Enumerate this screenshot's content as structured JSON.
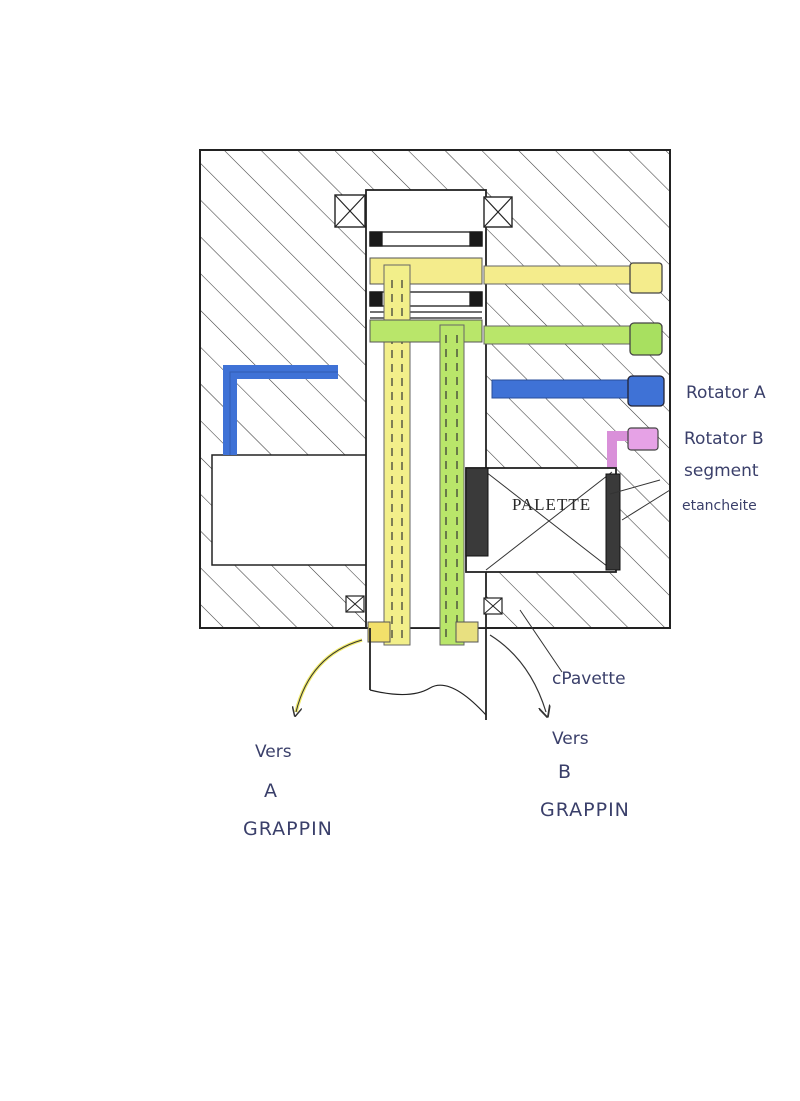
{
  "labels": {
    "rotator_a": "Rotator A",
    "rotator_b": "Rotator B",
    "segment_line1": "segment",
    "segment_line2": "etancheite",
    "palette": "PALETTE",
    "clavette": "cPavette",
    "left_vers": "Vers",
    "left_letter": "A",
    "left_grappin": "GRAPPIN",
    "right_vers": "Vers",
    "right_letter": "B",
    "right_grappin": "GRAPPIN"
  },
  "colors": {
    "line_a": "#f2ef8a",
    "line_a_upper": "#f4ec8c",
    "line_b": "#b9e66a",
    "rotator_a": "#3f72d6",
    "rotator_b": "#d990d9",
    "ink": "#2b2b2b"
  }
}
